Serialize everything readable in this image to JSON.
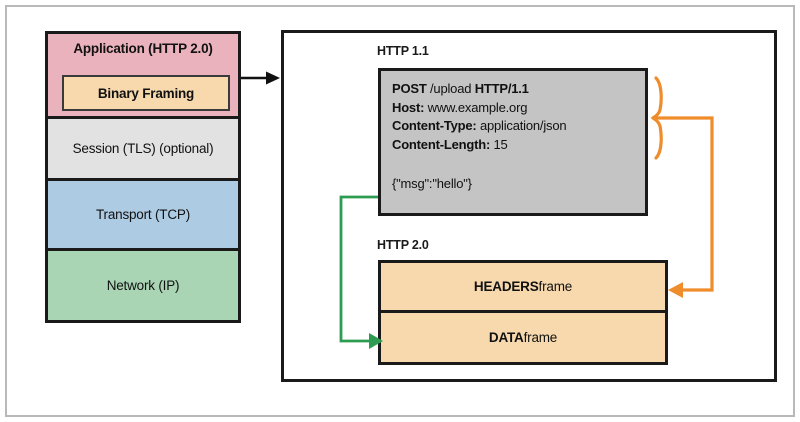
{
  "diagram": {
    "title_caption_http11": "HTTP 1.1",
    "title_caption_http20": "HTTP 2.0"
  },
  "stack": {
    "layers": [
      {
        "label": "Application (HTTP 2.0)",
        "color": "#eab2bc"
      },
      {
        "label": "Session (TLS) (optional)",
        "color": "#e2e2e2"
      },
      {
        "label": "Transport (TCP)",
        "color": "#aecbe4"
      },
      {
        "label": "Network (IP)",
        "color": "#a9d5b4"
      }
    ],
    "binary_framing_label": "Binary Framing",
    "binary_framing_color": "#f8d9ad"
  },
  "http11_message": {
    "request_line": {
      "method": "POST",
      "path": " /upload ",
      "version": "HTTP/1.1"
    },
    "headers": [
      {
        "name": "Host:",
        "value": " www.example.org"
      },
      {
        "name": "Content-Type:",
        "value": " application/json"
      },
      {
        "name": "Content-Length:",
        "value": " 15"
      }
    ],
    "body": "{\"msg\":\"hello\"}",
    "box_color": "#c4c4c4"
  },
  "http20_frames": [
    {
      "name": "HEADERS",
      "suffix": " frame"
    },
    {
      "name": "DATA",
      "suffix": " frame"
    }
  ],
  "connectors": {
    "stack_to_panel": "black-arrow",
    "headers_connector": "orange-brace-arrow",
    "data_connector": "green-arrow",
    "orange_color": "#ef8c2b",
    "green_color": "#2e9b52",
    "black_color": "#111111"
  }
}
